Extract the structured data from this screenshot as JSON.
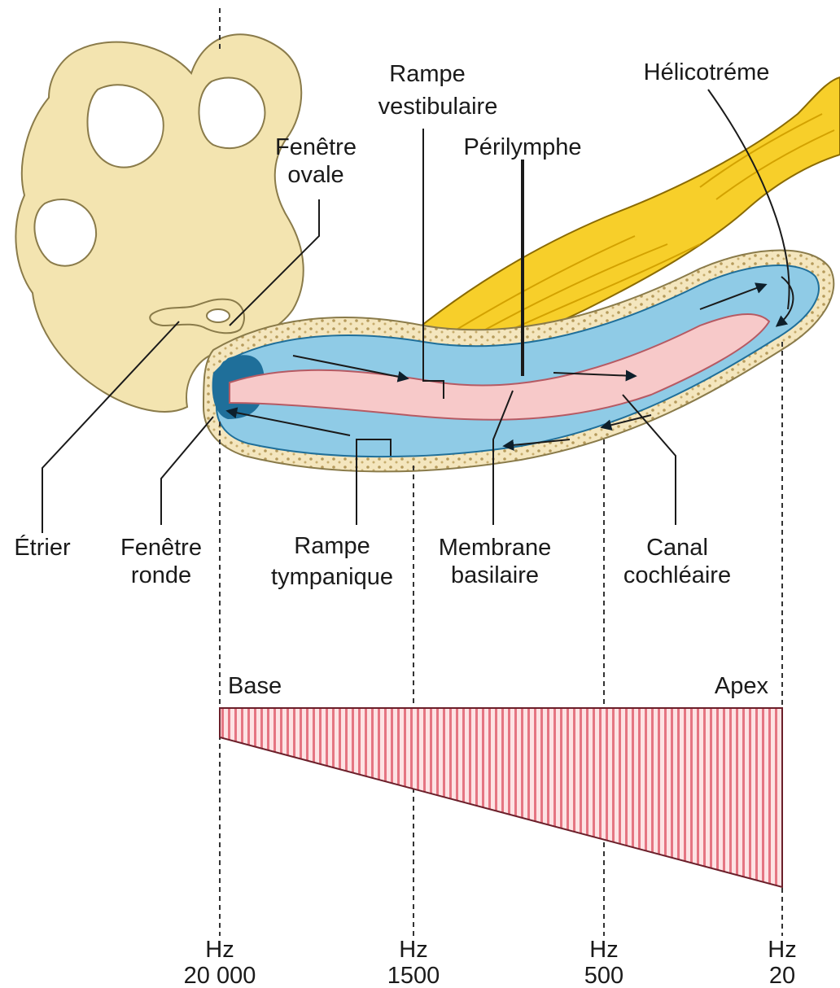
{
  "labels": {
    "rampe_vestibulaire_1": "Rampe",
    "rampe_vestibulaire_2": "vestibulaire",
    "helicotreme": "Hélicotréme",
    "fenetre_ovale_1": "Fenêtre",
    "fenetre_ovale_2": "ovale",
    "perilymphe": "Périlymphe",
    "etrier": "Étrier",
    "fenetre_ronde_1": "Fenêtre",
    "fenetre_ronde_2": "ronde",
    "rampe_tympanique_1": "Rampe",
    "rampe_tympanique_2": "tympanique",
    "membrane_basilaire_1": "Membrane",
    "membrane_basilaire_2": "basilaire",
    "canal_cochleaire_1": "Canal",
    "canal_cochleaire_2": "cochléaire"
  },
  "scale": {
    "base_label": "Base",
    "apex_label": "Apex",
    "ticks": [
      {
        "unit": "Hz",
        "value": "20 000"
      },
      {
        "unit": "Hz",
        "value": "1500"
      },
      {
        "unit": "Hz",
        "value": "500"
      },
      {
        "unit": "Hz",
        "value": "20"
      }
    ]
  },
  "colors": {
    "bone": "#f3e4b0",
    "bone_edge": "#8a7b4a",
    "nerve": "#f7cf2a",
    "scala": "#8fcbe6",
    "scala_dark": "#1f6f9a",
    "membrane": "#f7c9c9",
    "wedge_stripe": "#e06d7a"
  }
}
